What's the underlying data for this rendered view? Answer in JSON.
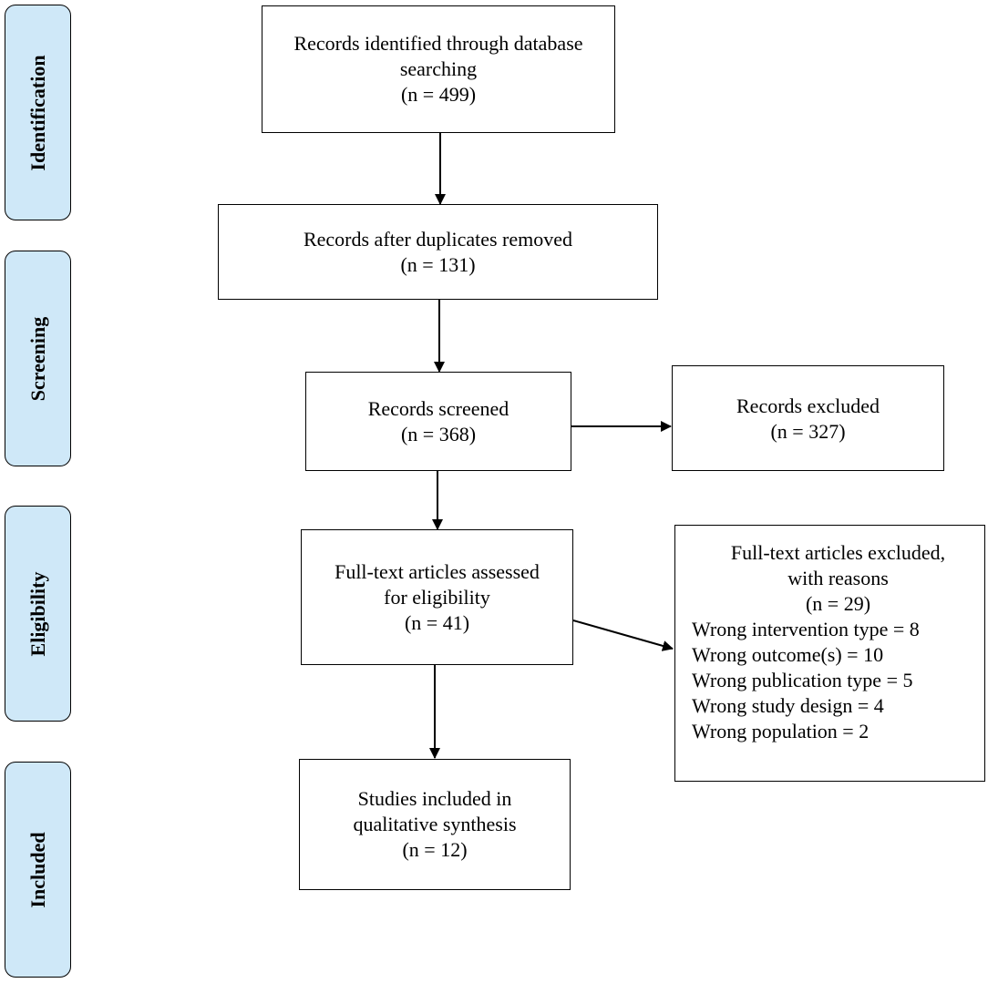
{
  "stages": [
    {
      "id": "identification",
      "label": "Identification"
    },
    {
      "id": "screening",
      "label": "Screening"
    },
    {
      "id": "eligibility",
      "label": "Eligibility"
    },
    {
      "id": "included",
      "label": "Included"
    }
  ],
  "boxes": {
    "identified": {
      "line1": "Records identified through database",
      "line2": "searching",
      "count": "(n = 499)"
    },
    "duplicates": {
      "line1": "Records after duplicates removed",
      "count": "(n = 131)"
    },
    "screened": {
      "line1": "Records screened",
      "count": "(n = 368)"
    },
    "excluded": {
      "line1": "Records excluded",
      "count": "(n = 327)"
    },
    "fulltext": {
      "line1": "Full-text articles assessed",
      "line2": "for eligibility",
      "count": "(n = 41)"
    },
    "fulltext_excluded": {
      "line1": "Full-text articles excluded,",
      "line2": "with reasons",
      "count": "(n = 29)",
      "reasons": [
        "Wrong intervention type = 8",
        "Wrong outcome(s) = 10",
        "Wrong publication type = 5",
        "Wrong study design = 4",
        "Wrong population = 2"
      ]
    },
    "included": {
      "line1": "Studies included in",
      "line2": "qualitative synthesis",
      "count": "(n = 12)"
    }
  }
}
